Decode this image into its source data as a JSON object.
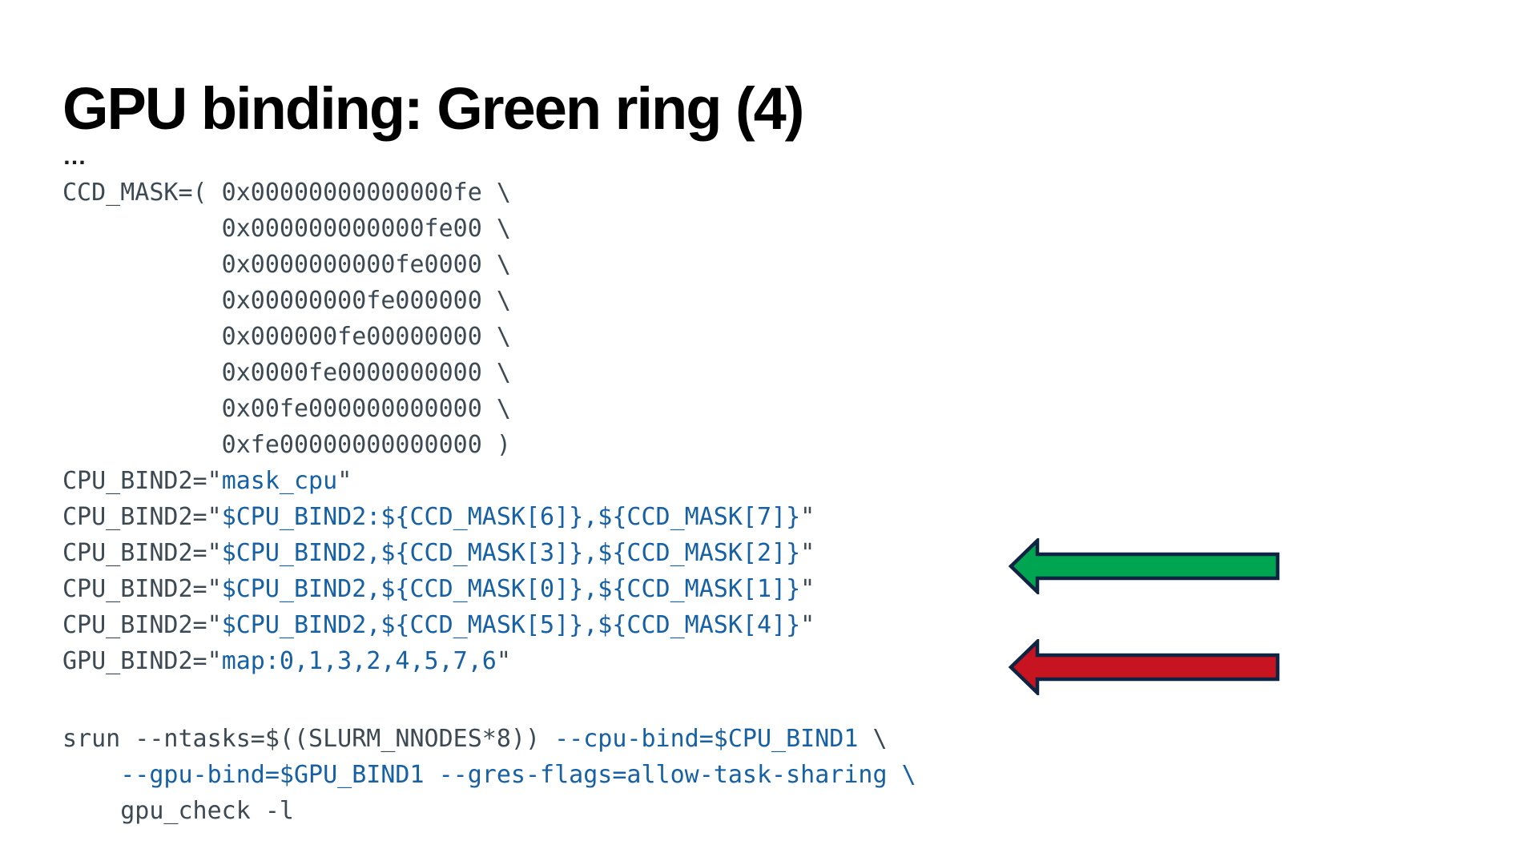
{
  "slide": {
    "title": "GPU binding: Green ring (4)"
  },
  "colors": {
    "title_color": "#000000",
    "code_dark": "#3d4a54",
    "code_blue": "#1660a5",
    "arrow_outline": "#0f2342",
    "arrow_green": "#00a551",
    "arrow_red": "#c61421"
  },
  "code": {
    "top_lines": [
      [
        {
          "t": "…",
          "c": "ellipsis"
        }
      ],
      [
        {
          "t": "CCD_MASK=( 0x00000000000000fe \\",
          "c": "dark"
        }
      ],
      [
        {
          "t": "           0x000000000000fe00 \\",
          "c": "dark"
        }
      ],
      [
        {
          "t": "           0x0000000000fe0000 \\",
          "c": "dark"
        }
      ],
      [
        {
          "t": "           0x00000000fe000000 \\",
          "c": "dark"
        }
      ],
      [
        {
          "t": "           0x000000fe00000000 \\",
          "c": "dark"
        }
      ],
      [
        {
          "t": "           0x0000fe0000000000 \\",
          "c": "dark"
        }
      ],
      [
        {
          "t": "           0x00fe000000000000 \\",
          "c": "dark"
        }
      ],
      [
        {
          "t": "           0xfe00000000000000 )",
          "c": "dark"
        }
      ],
      [
        {
          "t": "CPU_BIND2=\"",
          "c": "dark"
        },
        {
          "t": "mask_cpu",
          "c": "blue"
        },
        {
          "t": "\"",
          "c": "dark"
        }
      ],
      [
        {
          "t": "CPU_BIND2=\"",
          "c": "dark"
        },
        {
          "t": "$CPU_BIND2:${CCD_MASK[6]},${CCD_MASK[7]}",
          "c": "blue"
        },
        {
          "t": "\"",
          "c": "dark"
        }
      ],
      [
        {
          "t": "CPU_BIND2=\"",
          "c": "dark"
        },
        {
          "t": "$CPU_BIND2,${CCD_MASK[3]},${CCD_MASK[2]}",
          "c": "blue"
        },
        {
          "t": "\"",
          "c": "dark"
        }
      ],
      [
        {
          "t": "CPU_BIND2=\"",
          "c": "dark"
        },
        {
          "t": "$CPU_BIND2,${CCD_MASK[0]},${CCD_MASK[1]}",
          "c": "blue"
        },
        {
          "t": "\"",
          "c": "dark"
        }
      ],
      [
        {
          "t": "CPU_BIND2=\"",
          "c": "dark"
        },
        {
          "t": "$CPU_BIND2,${CCD_MASK[5]},${CCD_MASK[4]}",
          "c": "blue"
        },
        {
          "t": "\"",
          "c": "dark"
        }
      ],
      [
        {
          "t": "GPU_BIND2=\"",
          "c": "dark"
        },
        {
          "t": "map:0,1,3,2,4,5,7,6",
          "c": "blue"
        },
        {
          "t": "\"",
          "c": "dark"
        }
      ]
    ],
    "bottom_lines": [
      [
        {
          "t": "srun --ntasks=$((SLURM_NNODES*8)) ",
          "c": "dark"
        },
        {
          "t": "--cpu-bind=$CPU_BIND1",
          "c": "blue"
        },
        {
          "t": " \\",
          "c": "dark"
        }
      ],
      [
        {
          "t": "    ",
          "c": "dark"
        },
        {
          "t": "--gpu-bind=$GPU_BIND1 --gres-flags=allow-task-sharing \\",
          "c": "blue"
        }
      ],
      [
        {
          "t": "    gpu_check -l",
          "c": "dark"
        }
      ]
    ]
  },
  "arrows": {
    "outline": "#0f2342",
    "items": [
      {
        "name": "green-arrow",
        "fill": "#00a551",
        "direction": "left"
      },
      {
        "name": "red-arrow",
        "fill": "#c61421",
        "direction": "left"
      }
    ]
  }
}
